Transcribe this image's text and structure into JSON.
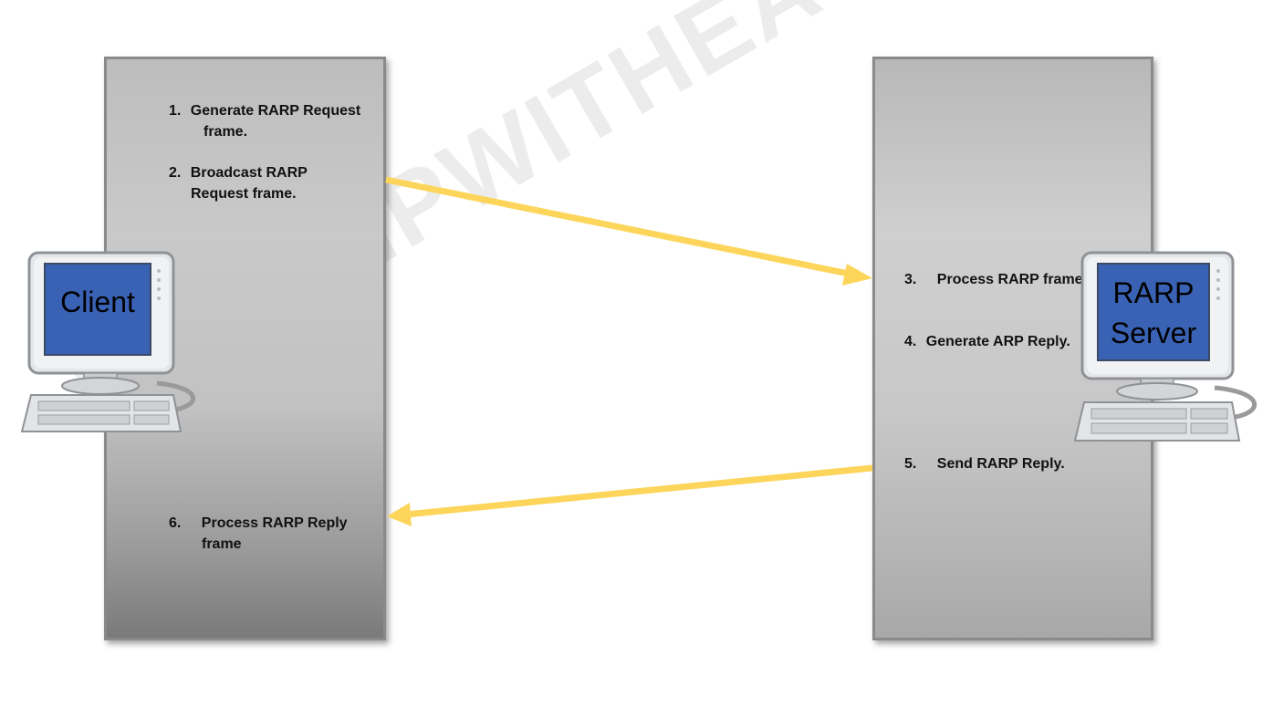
{
  "watermark": "WWW.IPWITHEASE.COM",
  "client": {
    "label": "Client",
    "steps": [
      {
        "num": "1.",
        "text": "Generate RARP Request",
        "cont": "frame."
      },
      {
        "num": "2.",
        "text": "Broadcast RARP",
        "cont": "Request frame."
      },
      {
        "num": "6.",
        "text": "Process RARP Reply",
        "cont": "frame"
      }
    ]
  },
  "server": {
    "label_line1": "RARP",
    "label_line2": "Server",
    "steps": [
      {
        "num": "3.",
        "text": "Process RARP frame."
      },
      {
        "num": "4.",
        "text": "Generate ARP Reply."
      },
      {
        "num": "5.",
        "text": "Send RARP Reply."
      }
    ]
  },
  "colors": {
    "arrow": "#fdd55a",
    "screen": "#3a62b4"
  }
}
